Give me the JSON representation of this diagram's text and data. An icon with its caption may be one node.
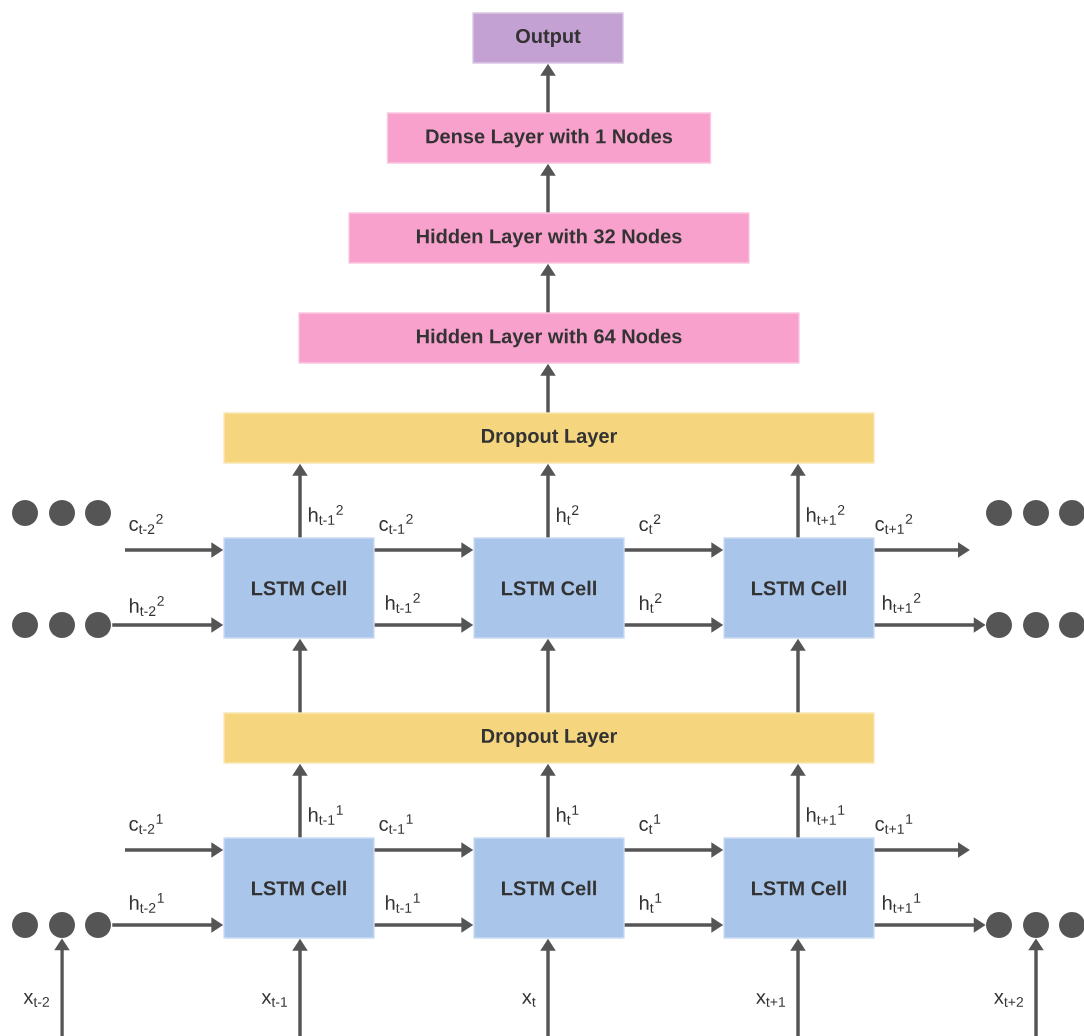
{
  "diagram": {
    "nodes": [
      {
        "text": [
          "Output"
        ]
      },
      {
        "text": [
          "Dense Layer with 1 Nodes"
        ]
      },
      {
        "text": [
          "Hidden Layer with 32 Nodes"
        ]
      },
      {
        "text": [
          "Hidden Layer with 64 Nodes"
        ]
      },
      {
        "text": [
          "Dropout Layer"
        ]
      },
      {
        "text": [],
        "shape": "dots"
      },
      {
        "text": [],
        "shape": "dots"
      },
      {
        "text": [
          "LSTM Cell"
        ]
      },
      {
        "text": [
          "LSTM Cell"
        ]
      },
      {
        "text": [
          "LSTM Cell"
        ]
      },
      {
        "text": [],
        "shape": "dots"
      },
      {
        "text": [],
        "shape": "dots"
      },
      {
        "text": [
          "Dropout Layer"
        ]
      },
      {
        "text": [
          "LSTM Cell"
        ]
      },
      {
        "text": [
          "LSTM Cell"
        ]
      },
      {
        "text": [
          "LSTM Cell"
        ]
      },
      {
        "text": [],
        "shape": "dots"
      },
      {
        "text": [],
        "shape": "dots"
      }
    ],
    "edges": [
      {
        "from": 1,
        "to": 0,
        "arrow": "to"
      },
      {
        "from": 2,
        "to": 1,
        "arrow": "to"
      },
      {
        "from": 3,
        "to": 2,
        "arrow": "to"
      },
      {
        "from": 4,
        "to": 3,
        "arrow": "to"
      },
      {
        "from": 7,
        "to": 4,
        "arrow": "to",
        "label": "h$_{t-1}$$^{2}$"
      },
      {
        "from": 8,
        "to": 4,
        "arrow": "to",
        "label": "h$_{t}$$^{2}$"
      },
      {
        "from": 9,
        "to": 4,
        "arrow": "to",
        "label": "h$_{t+1}$$^{2}$"
      },
      {
        "from": null,
        "to": 7,
        "arrow": "to",
        "label": "c$_{t-2}$$^{2}$"
      },
      {
        "from": 10,
        "to": 7,
        "arrow": "to",
        "label": "h$_{t-2}$$^{2}$"
      },
      {
        "from": 7,
        "to": 8,
        "arrow": "to",
        "label": "c$_{t-1}$$^{2}$"
      },
      {
        "from": 7,
        "to": 8,
        "arrow": "to",
        "label": "h$_{t-1}$$^{2}$"
      },
      {
        "from": 8,
        "to": 9,
        "arrow": "to",
        "label": "c$_{t}$$^{2}$"
      },
      {
        "from": 8,
        "to": 9,
        "arrow": "to",
        "label": "h$_{t}$$^{2}$"
      },
      {
        "from": 9,
        "to": null,
        "arrow": "to",
        "label": "c$_{t+1}$$^{2}$"
      },
      {
        "from": 9,
        "to": 11,
        "arrow": "to",
        "label": "h$_{t+1}$$^{2}$"
      },
      {
        "from": 12,
        "to": 7,
        "arrow": "to"
      },
      {
        "from": 12,
        "to": 8,
        "arrow": "to"
      },
      {
        "from": 12,
        "to": 9,
        "arrow": "to"
      },
      {
        "from": 13,
        "to": 12,
        "arrow": "to",
        "label": "h$_{t-1}$$^{1}$"
      },
      {
        "from": 14,
        "to": 12,
        "arrow": "to",
        "label": "h$_{t}$$^{1}$"
      },
      {
        "from": 15,
        "to": 12,
        "arrow": "to",
        "label": "h$_{t+1}$$^{1}$"
      },
      {
        "from": null,
        "to": 13,
        "arrow": "to",
        "label": "c$_{t-2}$$^{1}$"
      },
      {
        "from": 16,
        "to": 13,
        "arrow": "to",
        "label": "h$_{t-2}$$^{1}$"
      },
      {
        "from": 13,
        "to": 14,
        "arrow": "to",
        "label": "c$_{t-1}$$^{1}$"
      },
      {
        "from": 13,
        "to": 14,
        "arrow": "to",
        "label": "h$_{t-1}$$^{1}$"
      },
      {
        "from": 14,
        "to": 15,
        "arrow": "to",
        "label": "c$_{t}$$^{1}$"
      },
      {
        "from": 14,
        "to": 15,
        "arrow": "to",
        "label": "h$_{t}$$^{1}$"
      },
      {
        "from": 15,
        "to": null,
        "arrow": "to",
        "label": "c$_{t+1}$$^{1}$"
      },
      {
        "from": 15,
        "to": 17,
        "arrow": "to",
        "label": "h$_{t+1}$$^{1}$"
      },
      {
        "from": null,
        "to": 16,
        "arrow": "to",
        "label": "x$_{t-2}$"
      },
      {
        "from": null,
        "to": 13,
        "arrow": "to",
        "label": "x$_{t-1}$"
      },
      {
        "from": null,
        "to": 14,
        "arrow": "to",
        "label": "x$_{t}$"
      },
      {
        "from": null,
        "to": 15,
        "arrow": "to",
        "label": "x$_{t+1}$"
      },
      {
        "from": null,
        "to": 17,
        "arrow": "to",
        "label": "x$_{t+2}$"
      }
    ]
  }
}
